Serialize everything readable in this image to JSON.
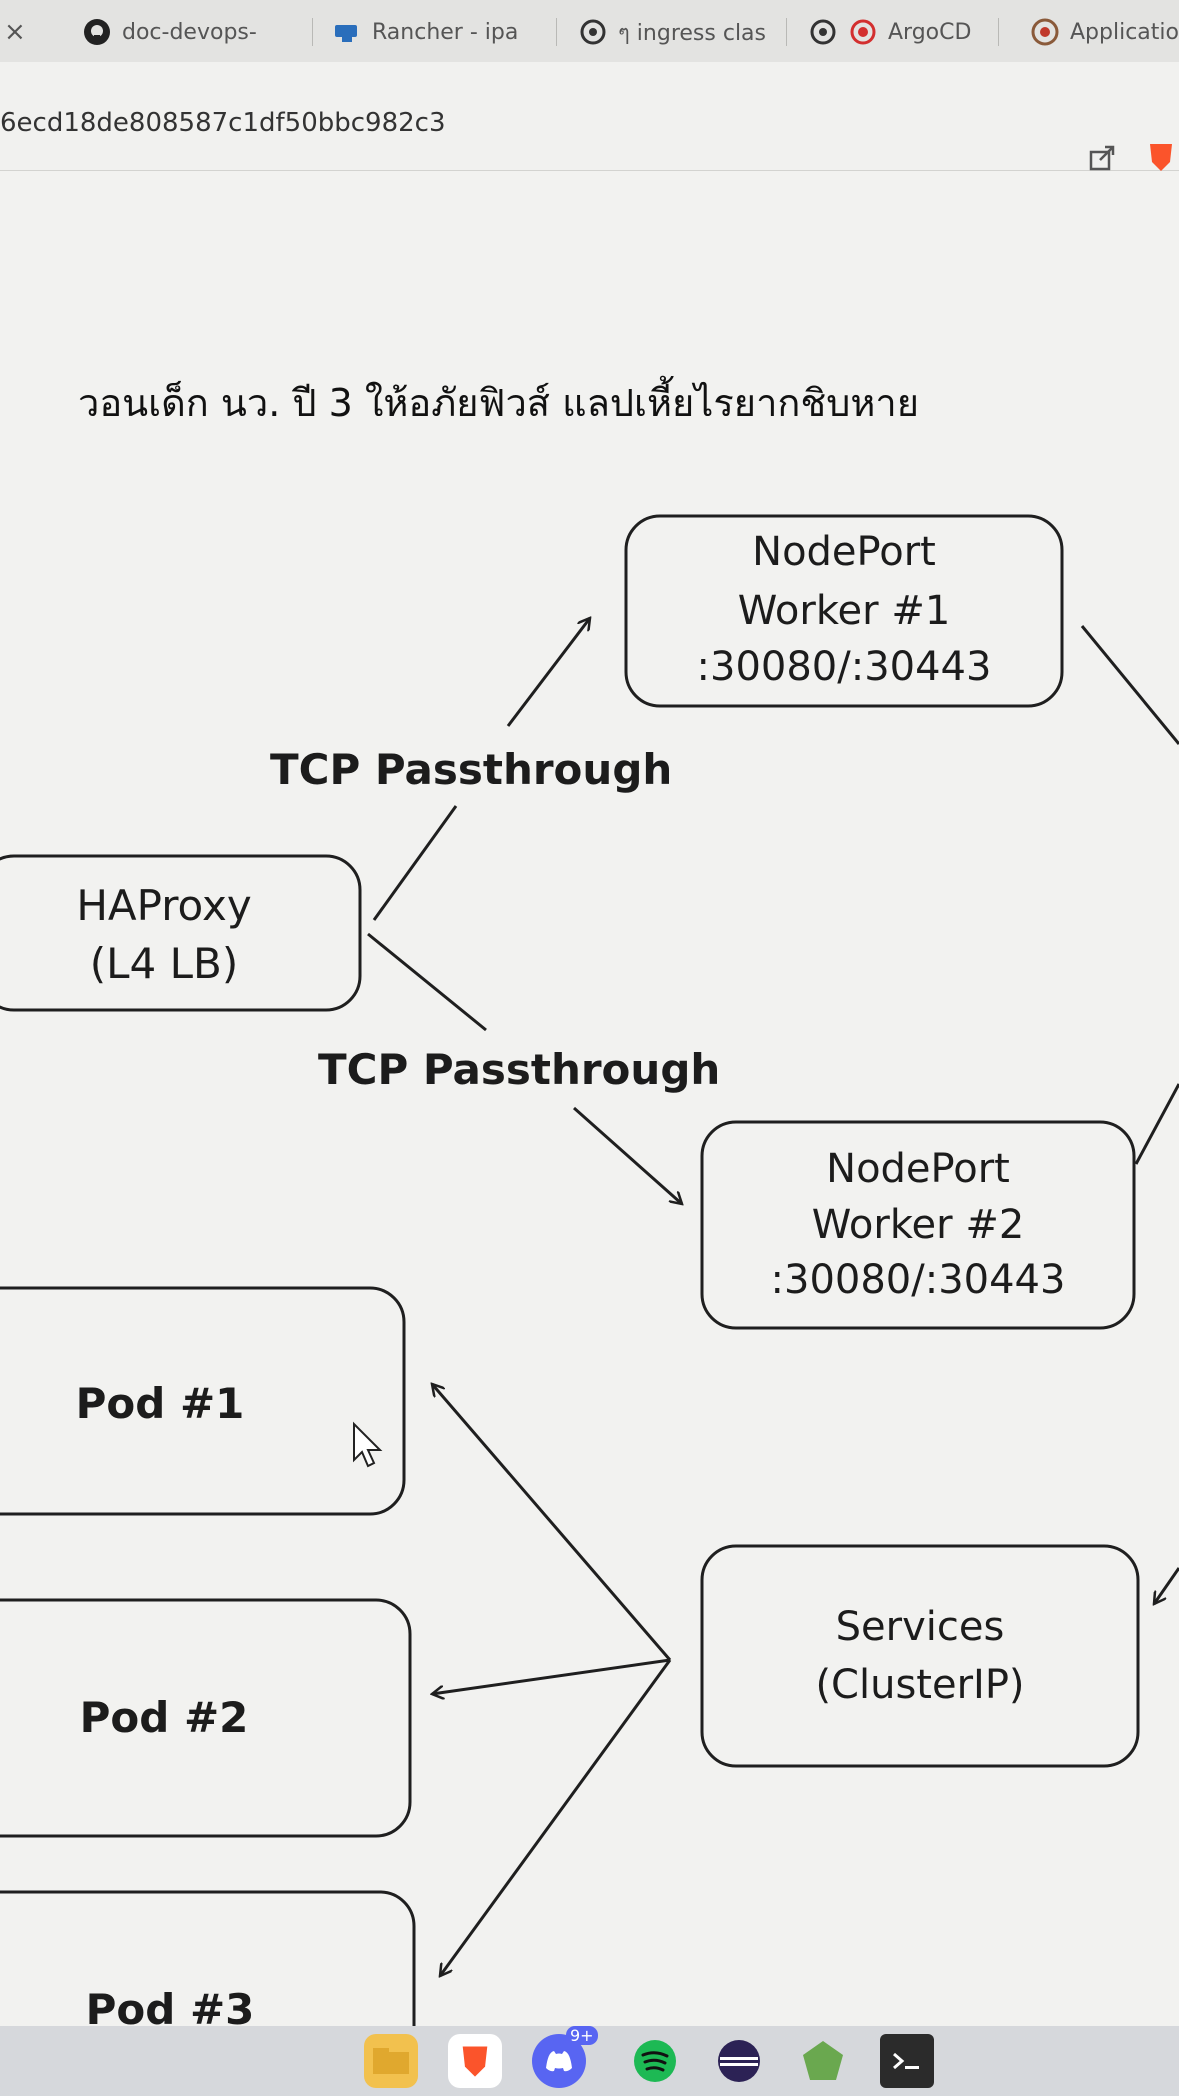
{
  "browser": {
    "tabs": [
      {
        "label": "doc-devops-",
        "icon": "github-icon"
      },
      {
        "label": "Rancher - ipa",
        "icon": "rancher-icon"
      },
      {
        "label": "ๆ ingress clas",
        "icon": "chatgpt-icon"
      },
      {
        "label": "ArgoCD",
        "icon": "argocd-icon"
      },
      {
        "label": "Application",
        "icon": "application-icon"
      }
    ],
    "close_glyph": "×",
    "url": "6ecd18de808587c1df50bbc982c3"
  },
  "diagram": {
    "heading": "วอนเด็ก นว. ปี 3 ให้อภัยฟิวส์ แลปเหี้ยไรยากชิบหาย",
    "nodes": {
      "haproxy": {
        "line1": "HAProxy",
        "line2": "(L4 LB)"
      },
      "worker1": {
        "line1": "NodePort",
        "line2": "Worker #1",
        "line3": ":30080/:30443"
      },
      "worker2": {
        "line1": "NodePort",
        "line2": "Worker #2",
        "line3": ":30080/:30443"
      },
      "services": {
        "line1": "Services",
        "line2": "(ClusterIP)"
      },
      "pod1": {
        "label": "Pod #1"
      },
      "pod2": {
        "label": "Pod #2"
      },
      "pod3": {
        "label": "Pod #3"
      }
    },
    "edges": {
      "label_top": "TCP Passthrough",
      "label_bottom": "TCP Passthrough"
    }
  },
  "taskbar": {
    "notification_badge": "9+",
    "apps": [
      "files-icon",
      "brave-icon",
      "discord-icon",
      "spotify-icon",
      "eclipse-icon",
      "app-icon",
      "terminal-icon"
    ]
  },
  "colors": {
    "page_bg": "#f2f2f0",
    "stroke": "#1f1f1f",
    "brave": "#fb542b",
    "discord": "#5865f2",
    "spotify": "#1db954"
  }
}
